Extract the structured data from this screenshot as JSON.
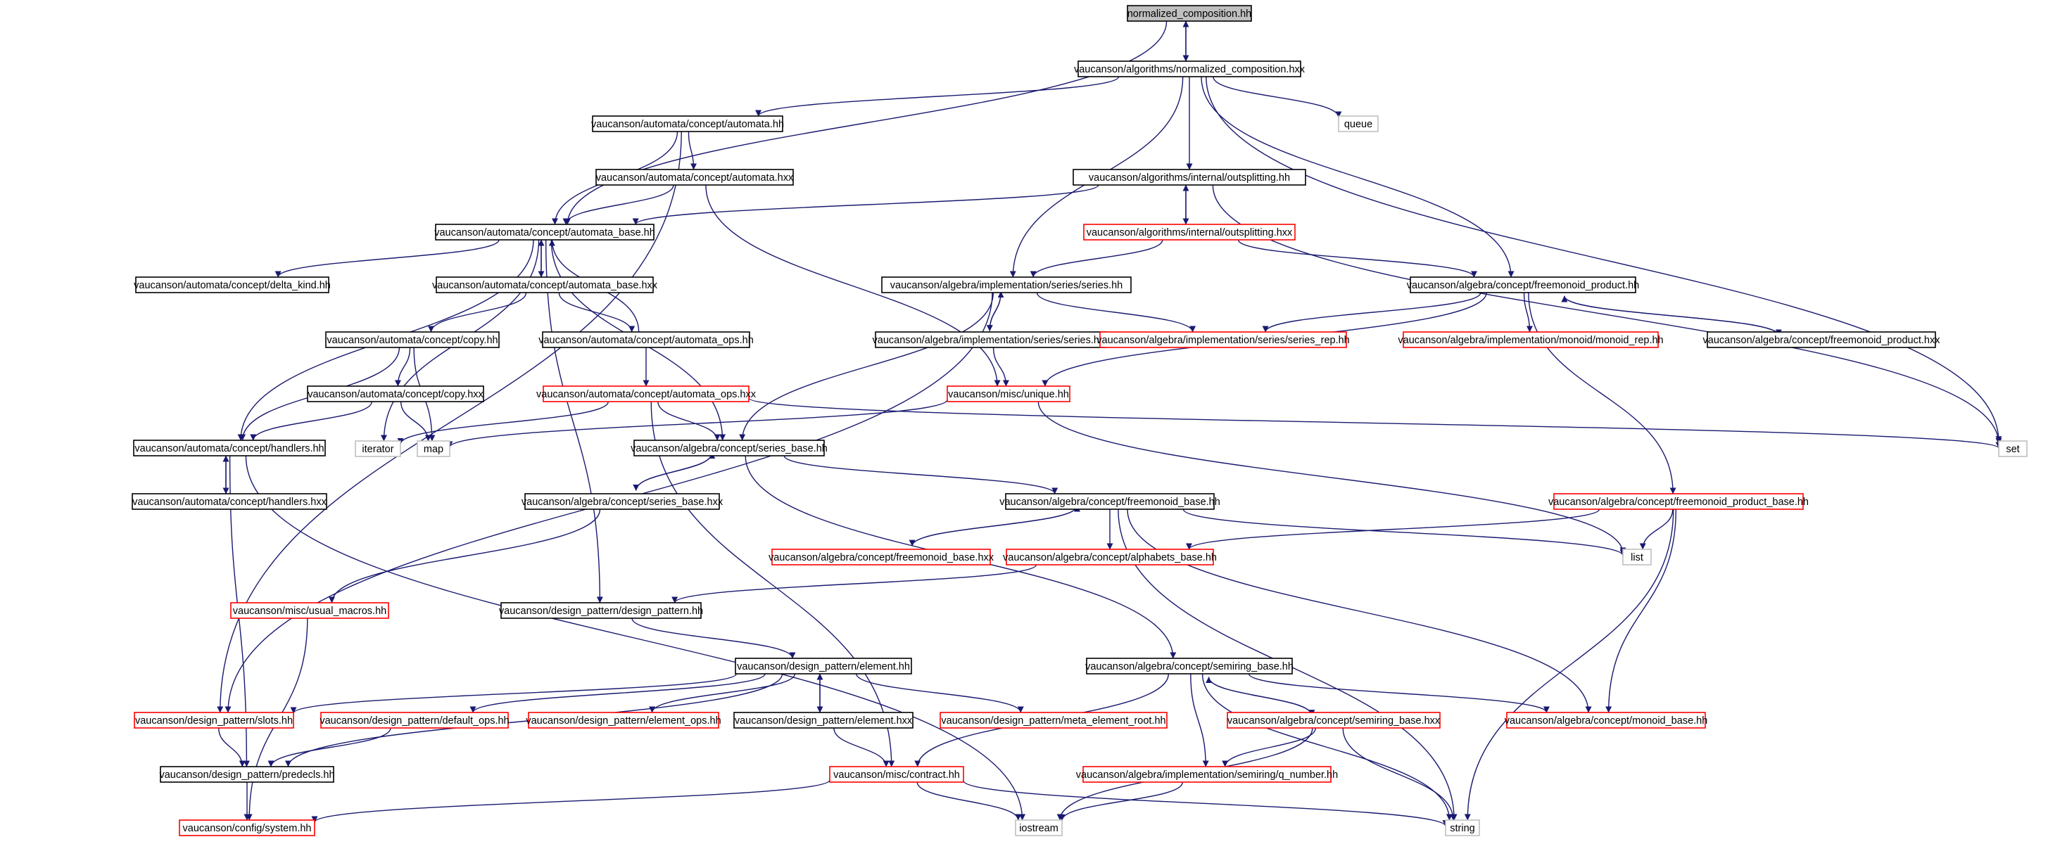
{
  "graph": {
    "colors": {
      "edge": "#191970",
      "border_documented": "#000000",
      "border_undocumented": "#ff0000",
      "border_external": "#bfbfbf",
      "fill_root": "#bfbfbf",
      "fill": "#ffffff"
    },
    "nodes": [
      {
        "id": "n_root",
        "label": "normalized_composition.hh",
        "kind": "root"
      },
      {
        "id": "n_nc_hxx",
        "label": "vaucanson/algorithms/normalized_composition.hxx",
        "kind": "doc"
      },
      {
        "id": "n_automata_hh",
        "label": "vaucanson/automata/concept/automata.hh",
        "kind": "doc"
      },
      {
        "id": "n_queue",
        "label": "queue",
        "kind": "ext"
      },
      {
        "id": "n_automata_hxx",
        "label": "vaucanson/automata/concept/automata.hxx",
        "kind": "doc"
      },
      {
        "id": "n_outsplit_hh",
        "label": "vaucanson/algorithms/internal/outsplitting.hh",
        "kind": "doc"
      },
      {
        "id": "n_automata_base_hh",
        "label": "vaucanson/automata/concept/automata_base.hh",
        "kind": "doc"
      },
      {
        "id": "n_outsplit_hxx",
        "label": "vaucanson/algorithms/internal/outsplitting.hxx",
        "kind": "red"
      },
      {
        "id": "n_delta_kind",
        "label": "vaucanson/automata/concept/delta_kind.hh",
        "kind": "doc"
      },
      {
        "id": "n_automata_base_hxx",
        "label": "vaucanson/automata/concept/automata_base.hxx",
        "kind": "doc"
      },
      {
        "id": "n_series_hh",
        "label": "vaucanson/algebra/implementation/series/series.hh",
        "kind": "doc"
      },
      {
        "id": "n_fm_product_hh",
        "label": "vaucanson/algebra/concept/freemonoid_product.hh",
        "kind": "doc"
      },
      {
        "id": "n_copy_hh",
        "label": "vaucanson/automata/concept/copy.hh",
        "kind": "doc"
      },
      {
        "id": "n_automata_ops_hh",
        "label": "vaucanson/automata/concept/automata_ops.hh",
        "kind": "doc"
      },
      {
        "id": "n_series_hxx",
        "label": "vaucanson/algebra/implementation/series/series.hxx",
        "kind": "doc"
      },
      {
        "id": "n_series_rep",
        "label": "vaucanson/algebra/implementation/series/series_rep.hh",
        "kind": "red"
      },
      {
        "id": "n_monoid_rep",
        "label": "vaucanson/algebra/implementation/monoid/monoid_rep.hh",
        "kind": "red"
      },
      {
        "id": "n_fm_product_hxx",
        "label": "vaucanson/algebra/concept/freemonoid_product.hxx",
        "kind": "doc"
      },
      {
        "id": "n_copy_hxx",
        "label": "vaucanson/automata/concept/copy.hxx",
        "kind": "doc"
      },
      {
        "id": "n_automata_ops_hxx",
        "label": "vaucanson/automata/concept/automata_ops.hxx",
        "kind": "red"
      },
      {
        "id": "n_unique_hh",
        "label": "vaucanson/misc/unique.hh",
        "kind": "red"
      },
      {
        "id": "n_handlers_hh",
        "label": "vaucanson/automata/concept/handlers.hh",
        "kind": "doc"
      },
      {
        "id": "n_iterator",
        "label": "iterator",
        "kind": "ext"
      },
      {
        "id": "n_map",
        "label": "map",
        "kind": "ext"
      },
      {
        "id": "n_series_base_hh",
        "label": "vaucanson/algebra/concept/series_base.hh",
        "kind": "doc"
      },
      {
        "id": "n_set",
        "label": "set",
        "kind": "ext"
      },
      {
        "id": "n_handlers_hxx",
        "label": "vaucanson/automata/concept/handlers.hxx",
        "kind": "doc"
      },
      {
        "id": "n_series_base_hxx",
        "label": "vaucanson/algebra/concept/series_base.hxx",
        "kind": "doc"
      },
      {
        "id": "n_fm_base_hh",
        "label": "vaucanson/algebra/concept/freemonoid_base.hh",
        "kind": "doc"
      },
      {
        "id": "n_fm_product_base_hh",
        "label": "vaucanson/algebra/concept/freemonoid_product_base.hh",
        "kind": "red"
      },
      {
        "id": "n_fm_base_hxx",
        "label": "vaucanson/algebra/concept/freemonoid_base.hxx",
        "kind": "red"
      },
      {
        "id": "n_alphabets_base",
        "label": "vaucanson/algebra/concept/alphabets_base.hh",
        "kind": "red"
      },
      {
        "id": "n_list",
        "label": "list",
        "kind": "ext"
      },
      {
        "id": "n_usual_macros",
        "label": "vaucanson/misc/usual_macros.hh",
        "kind": "red"
      },
      {
        "id": "n_design_pattern",
        "label": "vaucanson/design_pattern/design_pattern.hh",
        "kind": "doc"
      },
      {
        "id": "n_element_hh",
        "label": "vaucanson/design_pattern/element.hh",
        "kind": "doc"
      },
      {
        "id": "n_semiring_base_hh",
        "label": "vaucanson/algebra/concept/semiring_base.hh",
        "kind": "doc"
      },
      {
        "id": "n_slots",
        "label": "vaucanson/design_pattern/slots.hh",
        "kind": "red"
      },
      {
        "id": "n_default_ops",
        "label": "vaucanson/design_pattern/default_ops.hh",
        "kind": "red"
      },
      {
        "id": "n_element_ops",
        "label": "vaucanson/design_pattern/element_ops.hh",
        "kind": "red"
      },
      {
        "id": "n_element_hxx",
        "label": "vaucanson/design_pattern/element.hxx",
        "kind": "doc"
      },
      {
        "id": "n_meta_element_root",
        "label": "vaucanson/design_pattern/meta_element_root.hh",
        "kind": "red"
      },
      {
        "id": "n_semiring_base_hxx",
        "label": "vaucanson/algebra/concept/semiring_base.hxx",
        "kind": "red"
      },
      {
        "id": "n_monoid_base",
        "label": "vaucanson/algebra/concept/monoid_base.hh",
        "kind": "red"
      },
      {
        "id": "n_predecls",
        "label": "vaucanson/design_pattern/predecls.hh",
        "kind": "doc"
      },
      {
        "id": "n_contract",
        "label": "vaucanson/misc/contract.hh",
        "kind": "red"
      },
      {
        "id": "n_q_number",
        "label": "vaucanson/algebra/implementation/semiring/q_number.hh",
        "kind": "red"
      },
      {
        "id": "n_system",
        "label": "vaucanson/config/system.hh",
        "kind": "red"
      },
      {
        "id": "n_iostream",
        "label": "iostream",
        "kind": "ext"
      },
      {
        "id": "n_string",
        "label": "string",
        "kind": "ext"
      }
    ],
    "edges": [
      [
        "n_root",
        "n_nc_hxx"
      ],
      [
        "n_nc_hxx",
        "n_root"
      ],
      [
        "n_root",
        "n_automata_base_hh"
      ],
      [
        "n_nc_hxx",
        "n_automata_hh"
      ],
      [
        "n_nc_hxx",
        "n_queue"
      ],
      [
        "n_nc_hxx",
        "n_outsplit_hh"
      ],
      [
        "n_nc_hxx",
        "n_series_hh"
      ],
      [
        "n_nc_hxx",
        "n_fm_product_hh"
      ],
      [
        "n_nc_hxx",
        "n_set"
      ],
      [
        "n_automata_hh",
        "n_automata_hxx"
      ],
      [
        "n_automata_hh",
        "n_automata_base_hh"
      ],
      [
        "n_automata_hh",
        "n_slots"
      ],
      [
        "n_automata_hxx",
        "n_automata_base_hh"
      ],
      [
        "n_automata_hxx",
        "n_unique_hh"
      ],
      [
        "n_outsplit_hh",
        "n_outsplit_hxx"
      ],
      [
        "n_outsplit_hxx",
        "n_outsplit_hh"
      ],
      [
        "n_outsplit_hh",
        "n_automata_base_hh"
      ],
      [
        "n_outsplit_hh",
        "n_set"
      ],
      [
        "n_outsplit_hxx",
        "n_series_hh"
      ],
      [
        "n_outsplit_hxx",
        "n_fm_product_hh"
      ],
      [
        "n_automata_base_hh",
        "n_delta_kind"
      ],
      [
        "n_automata_base_hh",
        "n_automata_base_hxx"
      ],
      [
        "n_automata_base_hxx",
        "n_automata_base_hh"
      ],
      [
        "n_automata_base_hh",
        "n_handlers_hh"
      ],
      [
        "n_automata_base_hh",
        "n_iterator"
      ],
      [
        "n_automata_base_hh",
        "n_series_base_hh"
      ],
      [
        "n_automata_base_hh",
        "n_design_pattern"
      ],
      [
        "n_automata_base_hxx",
        "n_copy_hh"
      ],
      [
        "n_automata_base_hxx",
        "n_automata_ops_hh"
      ],
      [
        "n_automata_ops_hh",
        "n_automata_base_hh"
      ],
      [
        "n_automata_ops_hh",
        "n_automata_ops_hxx"
      ],
      [
        "n_copy_hh",
        "n_copy_hxx"
      ],
      [
        "n_copy_hh",
        "n_handlers_hh"
      ],
      [
        "n_copy_hh",
        "n_map"
      ],
      [
        "n_copy_hxx",
        "n_handlers_hh"
      ],
      [
        "n_copy_hxx",
        "n_map"
      ],
      [
        "n_automata_ops_hxx",
        "n_iterator"
      ],
      [
        "n_automata_ops_hxx",
        "n_series_base_hh"
      ],
      [
        "n_automata_ops_hxx",
        "n_set"
      ],
      [
        "n_automata_ops_hxx",
        "n_contract"
      ],
      [
        "n_handlers_hh",
        "n_handlers_hxx"
      ],
      [
        "n_handlers_hxx",
        "n_handlers_hh"
      ],
      [
        "n_handlers_hh",
        "n_predecls"
      ],
      [
        "n_handlers_hh",
        "n_iostream"
      ],
      [
        "n_series_hh",
        "n_series_hxx"
      ],
      [
        "n_series_hxx",
        "n_series_hh"
      ],
      [
        "n_series_hh",
        "n_series_rep"
      ],
      [
        "n_series_hh",
        "n_series_base_hh"
      ],
      [
        "n_series_hh",
        "n_slots"
      ],
      [
        "n_series_hxx",
        "n_unique_hh"
      ],
      [
        "n_fm_product_hh",
        "n_series_rep"
      ],
      [
        "n_fm_product_hh",
        "n_monoid_rep"
      ],
      [
        "n_fm_product_hh",
        "n_fm_product_hxx"
      ],
      [
        "n_fm_product_hxx",
        "n_fm_product_hh"
      ],
      [
        "n_fm_product_hh",
        "n_unique_hh"
      ],
      [
        "n_fm_product_hh",
        "n_fm_product_base_hh"
      ],
      [
        "n_unique_hh",
        "n_map"
      ],
      [
        "n_unique_hh",
        "n_list"
      ],
      [
        "n_series_base_hh",
        "n_series_base_hxx"
      ],
      [
        "n_series_base_hxx",
        "n_series_base_hh"
      ],
      [
        "n_series_base_hh",
        "n_fm_base_hh"
      ],
      [
        "n_series_base_hh",
        "n_semiring_base_hh"
      ],
      [
        "n_series_base_hxx",
        "n_usual_macros"
      ],
      [
        "n_fm_base_hh",
        "n_fm_base_hxx"
      ],
      [
        "n_fm_base_hxx",
        "n_fm_base_hh"
      ],
      [
        "n_fm_base_hh",
        "n_alphabets_base"
      ],
      [
        "n_fm_base_hh",
        "n_list"
      ],
      [
        "n_fm_base_hh",
        "n_monoid_base"
      ],
      [
        "n_fm_base_hh",
        "n_string"
      ],
      [
        "n_fm_product_base_hh",
        "n_alphabets_base"
      ],
      [
        "n_fm_product_base_hh",
        "n_list"
      ],
      [
        "n_fm_product_base_hh",
        "n_monoid_base"
      ],
      [
        "n_fm_product_base_hh",
        "n_string"
      ],
      [
        "n_alphabets_base",
        "n_design_pattern"
      ],
      [
        "n_usual_macros",
        "n_system"
      ],
      [
        "n_design_pattern",
        "n_element_hh"
      ],
      [
        "n_element_hh",
        "n_slots"
      ],
      [
        "n_element_hh",
        "n_default_ops"
      ],
      [
        "n_element_hh",
        "n_element_ops"
      ],
      [
        "n_element_hh",
        "n_element_hxx"
      ],
      [
        "n_element_hxx",
        "n_element_hh"
      ],
      [
        "n_element_hh",
        "n_meta_element_root"
      ],
      [
        "n_element_hh",
        "n_predecls"
      ],
      [
        "n_element_hxx",
        "n_contract"
      ],
      [
        "n_slots",
        "n_predecls"
      ],
      [
        "n_default_ops",
        "n_predecls"
      ],
      [
        "n_semiring_base_hh",
        "n_semiring_base_hxx"
      ],
      [
        "n_semiring_base_hxx",
        "n_semiring_base_hh"
      ],
      [
        "n_semiring_base_hh",
        "n_monoid_base"
      ],
      [
        "n_semiring_base_hh",
        "n_q_number"
      ],
      [
        "n_semiring_base_hh",
        "n_contract"
      ],
      [
        "n_semiring_base_hh",
        "n_string"
      ],
      [
        "n_semiring_base_hxx",
        "n_q_number"
      ],
      [
        "n_semiring_base_hxx",
        "n_string"
      ],
      [
        "n_semiring_base_hxx",
        "n_iostream"
      ],
      [
        "n_q_number",
        "n_iostream"
      ],
      [
        "n_predecls",
        "n_system"
      ],
      [
        "n_contract",
        "n_system"
      ],
      [
        "n_contract",
        "n_iostream"
      ],
      [
        "n_contract",
        "n_string"
      ]
    ]
  }
}
